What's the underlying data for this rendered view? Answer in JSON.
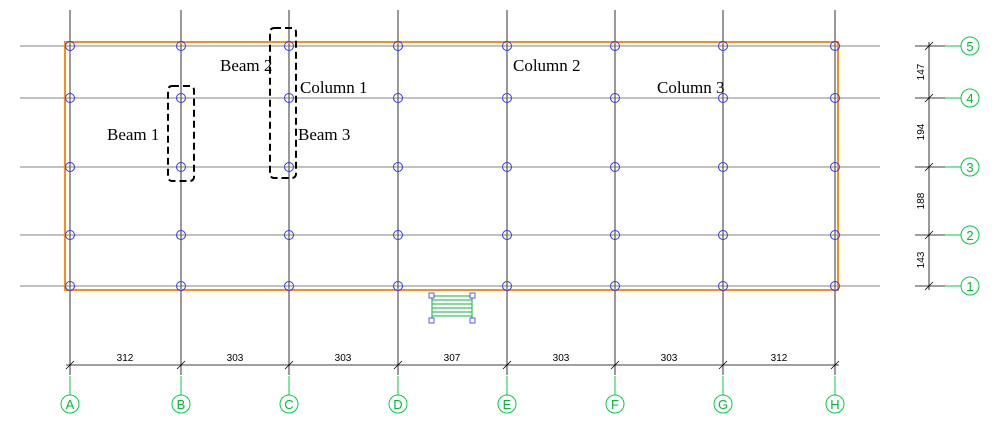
{
  "grid": {
    "columns": [
      "A",
      "B",
      "C",
      "D",
      "E",
      "F",
      "G",
      "H"
    ],
    "rows": [
      "1",
      "2",
      "3",
      "4",
      "5"
    ],
    "column_spacings": [
      "312",
      "303",
      "303",
      "307",
      "303",
      "303",
      "312"
    ],
    "row_spacings": [
      "143",
      "188",
      "194",
      "147"
    ]
  },
  "annotations": {
    "beam_1": "Beam 1",
    "beam_2": "Beam 2",
    "beam_3": "Beam 3",
    "column_1": "Column 1",
    "column_2": "Column 2",
    "column_3": "Column 3"
  },
  "colors": {
    "boundary": "#ff8c1a",
    "column_marker": "#3333ff",
    "grid_bubble": "#00cc44",
    "grid_line": "#000000"
  }
}
